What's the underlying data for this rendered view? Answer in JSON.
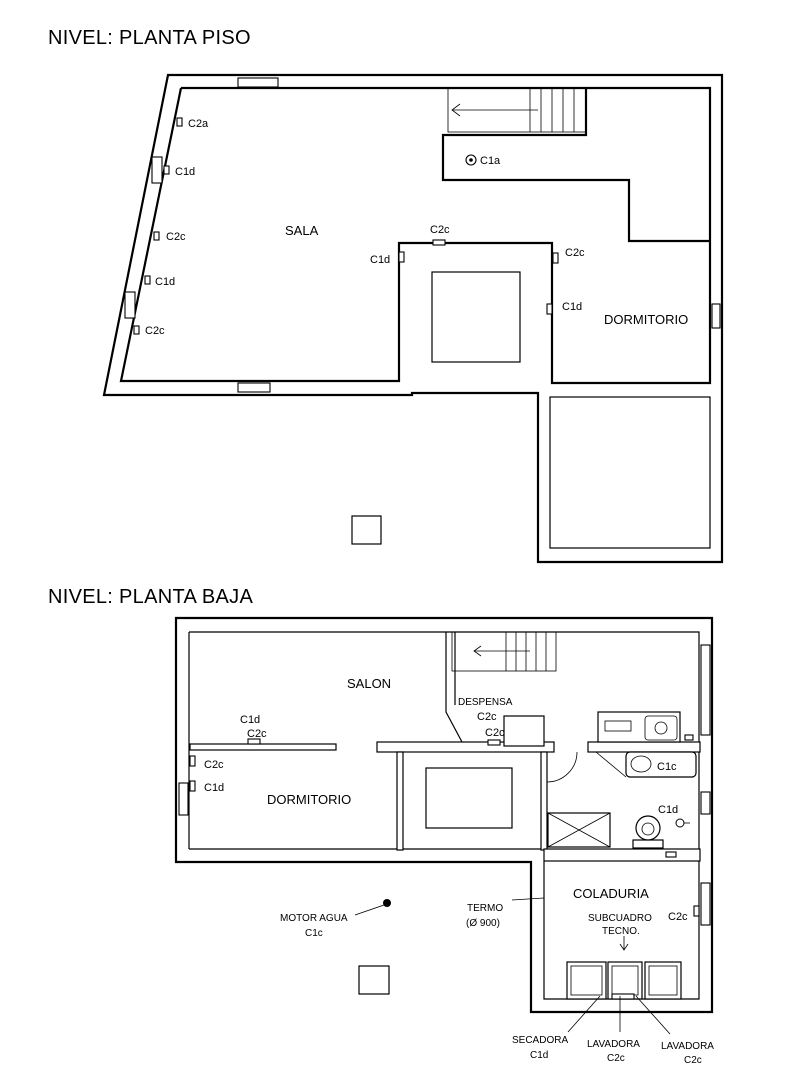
{
  "upper_floor": {
    "title": "NIVEL: PLANTA PISO",
    "rooms": {
      "sala": "SALA",
      "dormitorio": "DORMITORIO"
    },
    "labels": {
      "c2a": "C2a",
      "c1d_left_1": "C1d",
      "c2c_left_1": "C2c",
      "c1d_left_2": "C1d",
      "c2c_left_2": "C2c",
      "c1a": "C1a",
      "c2c_core_top": "C2c",
      "c1d_core_left": "C1d",
      "c2c_core_right": "C2c",
      "c1d_core_right": "C1d"
    }
  },
  "ground_floor": {
    "title": "NIVEL: PLANTA BAJA",
    "rooms": {
      "salon": "SALON",
      "dormitorio": "DORMITORIO",
      "coladuria": "COLADURIA",
      "despensa": "DESPENSA"
    },
    "labels": {
      "despensa_c2c": "C2c",
      "despensa_c2c_2": "C2c",
      "salon_c1d": "C1d",
      "salon_c2c": "C2c",
      "dorm_c2c": "C2c",
      "dorm_c1d": "C1d",
      "bath_c1c": "C1c",
      "bath_c1d": "C1d",
      "coladuria_c2c": "C2c",
      "motor_agua": "MOTOR AGUA",
      "motor_agua_circuit": "C1c",
      "termo": "TERMO",
      "termo_diameter": "(Ø 900)",
      "subcuadro_1": "SUBCUADRO",
      "subcuadro_2": "TECNO.",
      "secadora": "SECADORA",
      "secadora_circuit": "C1d",
      "lavadora_1": "LAVADORA",
      "lavadora_1_circuit": "C2c",
      "lavadora_2": "LAVADORA",
      "lavadora_2_circuit": "C2c"
    }
  }
}
